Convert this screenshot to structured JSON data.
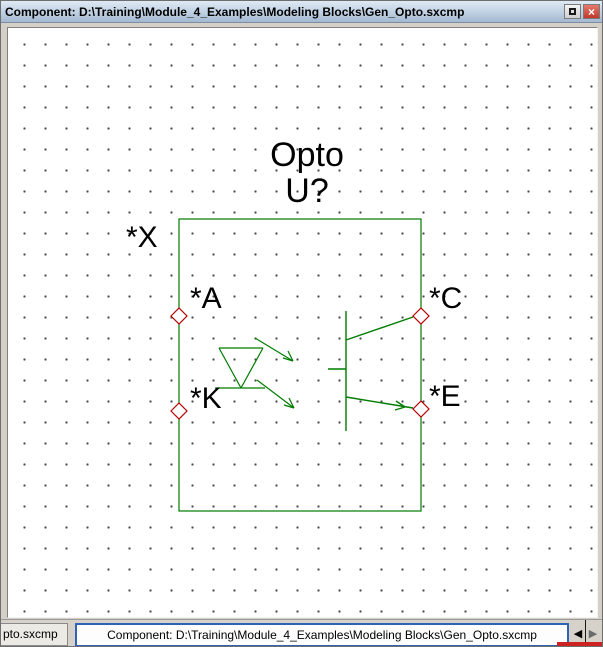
{
  "window": {
    "title": "Component: D:\\Training\\Module_4_Examples\\Modeling Blocks\\Gen_Opto.sxcmp",
    "close_glyph": "×"
  },
  "canvas": {
    "component_name": "Opto",
    "designator": "U?",
    "pin_labels": {
      "x": "*X",
      "a": "*A",
      "c": "*C",
      "k": "*K",
      "e": "*E"
    },
    "colors": {
      "symbol_green": "#007c00",
      "pin_marker_red": "#b40000"
    }
  },
  "tabbar": {
    "partial_tab": "pto.sxcmp",
    "active_tab": "Component: D:\\Training\\Module_4_Examples\\Modeling Blocks\\Gen_Opto.sxcmp",
    "scroll_left_glyph": "◀",
    "scroll_right_glyph": "▶"
  }
}
